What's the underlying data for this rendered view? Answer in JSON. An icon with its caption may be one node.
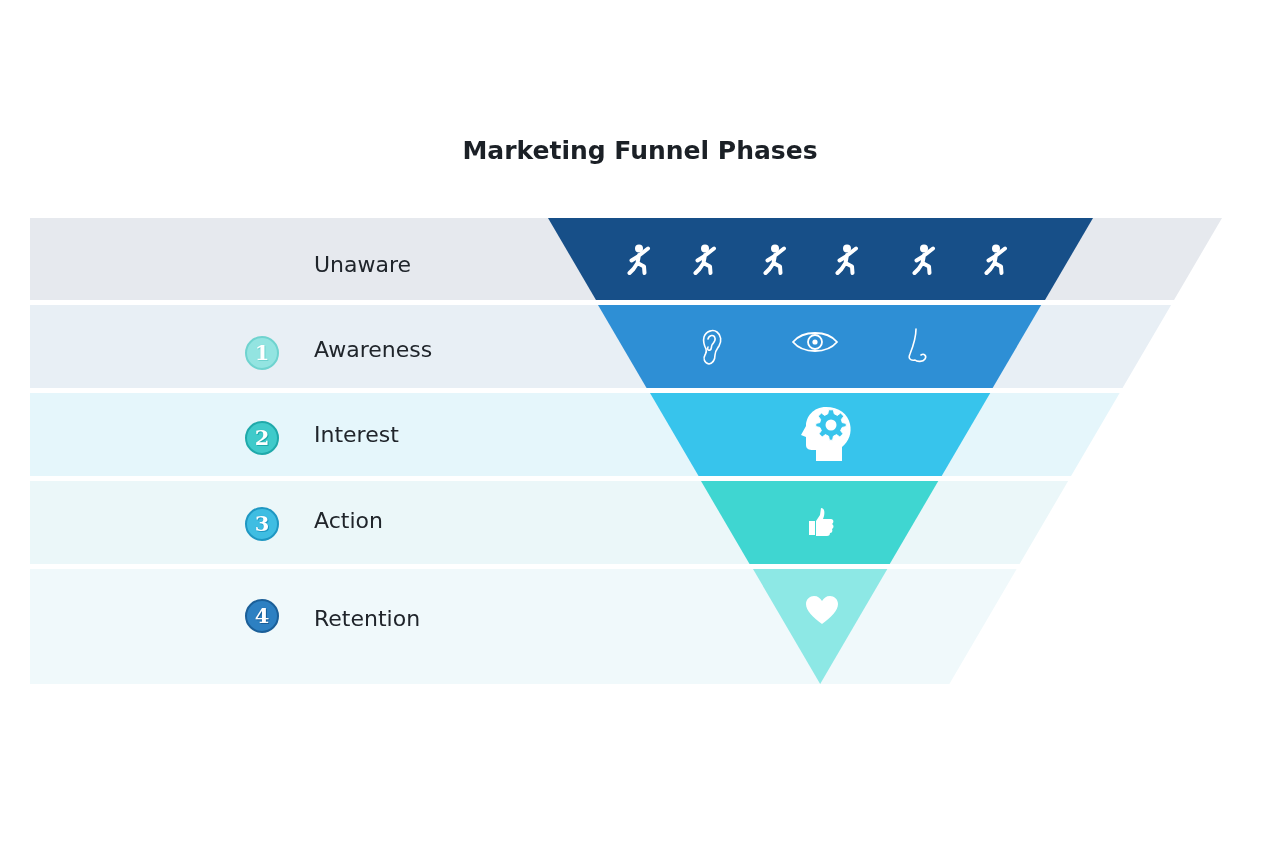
{
  "diagram": {
    "title": "Marketing Funnel Phases",
    "nodes": [
      {
        "text": [
          "Unaware"
        ]
      },
      {
        "text": [],
        "shape": "trapezoid",
        "in": 0
      },
      {
        "text": [
          "Awareness"
        ]
      },
      {
        "text": [
          "1"
        ],
        "in": 2
      },
      {
        "text": [],
        "shape": "trapezoid",
        "in": 2
      },
      {
        "text": [
          "Interest"
        ]
      },
      {
        "text": [
          "2"
        ],
        "in": 5
      },
      {
        "text": [],
        "shape": "trapezoid",
        "in": 5
      },
      {
        "text": [
          "Action"
        ]
      },
      {
        "text": [
          "3"
        ],
        "in": 8
      },
      {
        "text": [],
        "shape": "trapezoid",
        "in": 8
      },
      {
        "text": [
          "Retention"
        ]
      },
      {
        "text": [
          "4"
        ],
        "in": 11
      },
      {
        "text": [],
        "shape": "triangle",
        "in": 11
      }
    ],
    "edges": []
  }
}
